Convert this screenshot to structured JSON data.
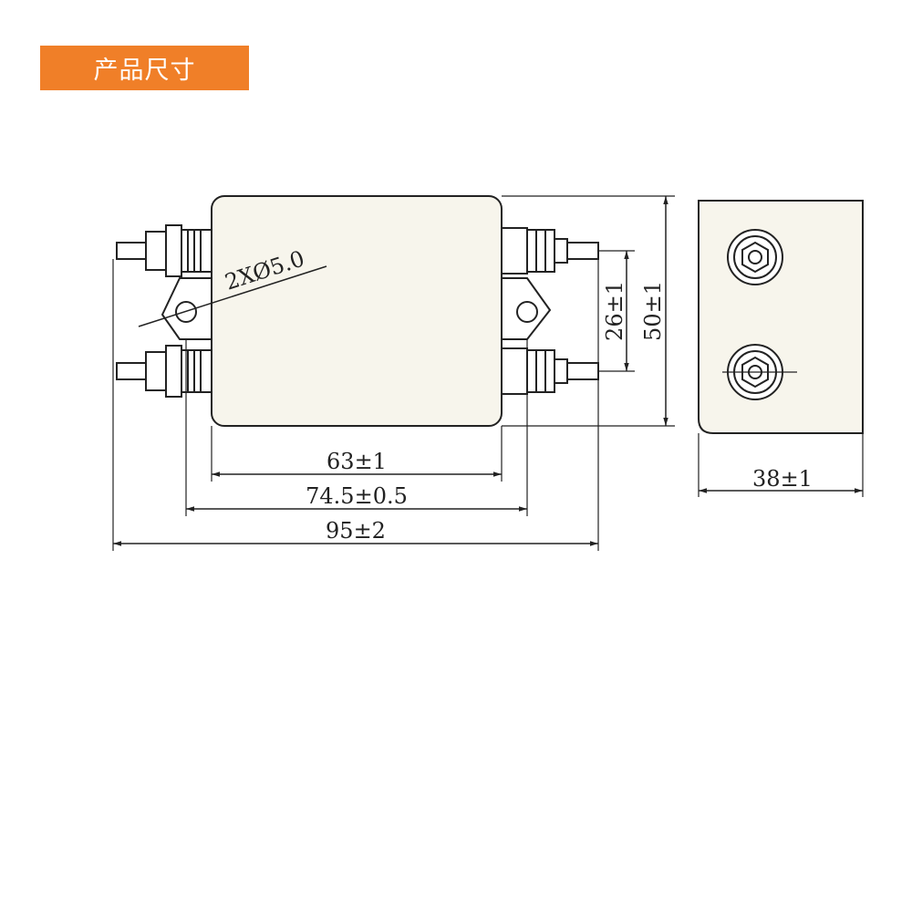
{
  "banner": {
    "title": "产品尺寸"
  },
  "colors": {
    "banner": "#f07f28",
    "line": "#222222",
    "body_fill": "#f7f5ec"
  },
  "dimensions": {
    "hole_callout": "2XØ5.0",
    "body_length": "63±1",
    "mounting_pitch": "74.5±0.5",
    "overall_length": "95±2",
    "terminal_pitch": "26±1",
    "body_height": "50±1",
    "side_width": "38±1"
  }
}
